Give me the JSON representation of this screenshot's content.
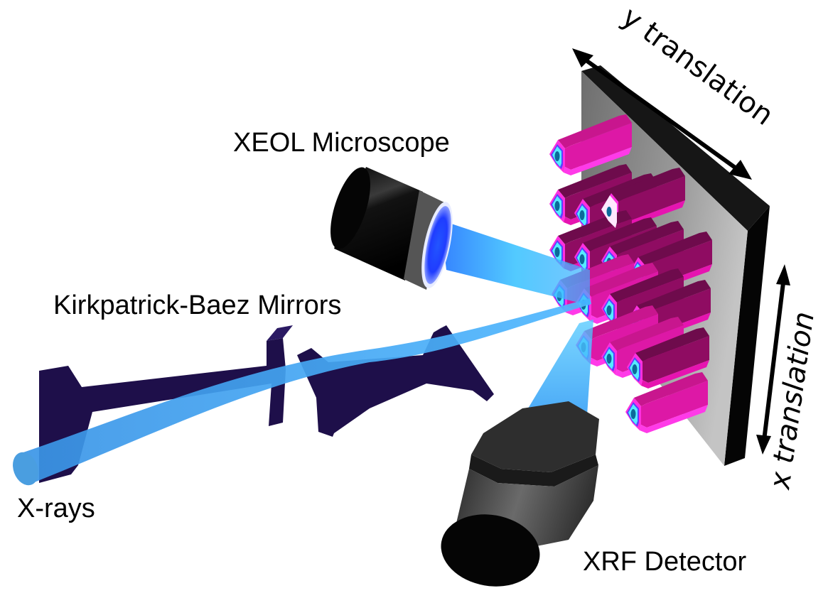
{
  "diagram": {
    "type": "experimental-setup-schematic",
    "labels": {
      "xeol_microscope": "XEOL Microscope",
      "kb_mirrors": "Kirkpatrick-Baez Mirrors",
      "xrays": "X-rays",
      "xrf_detector": "XRF Detector",
      "y_translation": "y translation",
      "x_translation": "x translation"
    },
    "components": [
      {
        "id": "xray-beam",
        "label": "X-rays",
        "color": "#3fa2f0"
      },
      {
        "id": "kb-mirror-1",
        "label": "Kirkpatrick-Baez Mirrors",
        "color": "#1e0f4a"
      },
      {
        "id": "kb-mirror-2",
        "label": "Kirkpatrick-Baez Mirrors",
        "color": "#1e0f4a"
      },
      {
        "id": "xeol-microscope",
        "label": "XEOL Microscope",
        "color": "#0a0a0a"
      },
      {
        "id": "xrf-detector",
        "label": "XRF Detector",
        "color": "#3a3a3a"
      },
      {
        "id": "sample-stage",
        "label": "sample plate",
        "color": "#8a8a8a"
      },
      {
        "id": "nanowire-array",
        "label": "hexagonal nanowires",
        "color": "#d0108a"
      }
    ],
    "colors": {
      "beam": "#3fa2f0",
      "beam_light": "#5fd0ff",
      "mirror": "#1e0f4a",
      "nanowire_light": "#ff22d8",
      "nanowire_mid": "#c01285",
      "nanowire_dark": "#6e0b4c",
      "nanowire_core": "#45e5ff",
      "plate_face": "#8c8c8c",
      "plate_edge": "#111111"
    },
    "nanowire_grid": {
      "rows": [
        {
          "count": 1
        },
        {
          "count": 3
        },
        {
          "count": 4
        },
        {
          "count": 4
        },
        {
          "count": 3
        },
        {
          "count": 1
        }
      ]
    },
    "arrows": [
      {
        "id": "y-translation-arrow",
        "direction": "diagonal",
        "bidirectional": true
      },
      {
        "id": "x-translation-arrow",
        "direction": "vertical",
        "bidirectional": true
      }
    ]
  }
}
